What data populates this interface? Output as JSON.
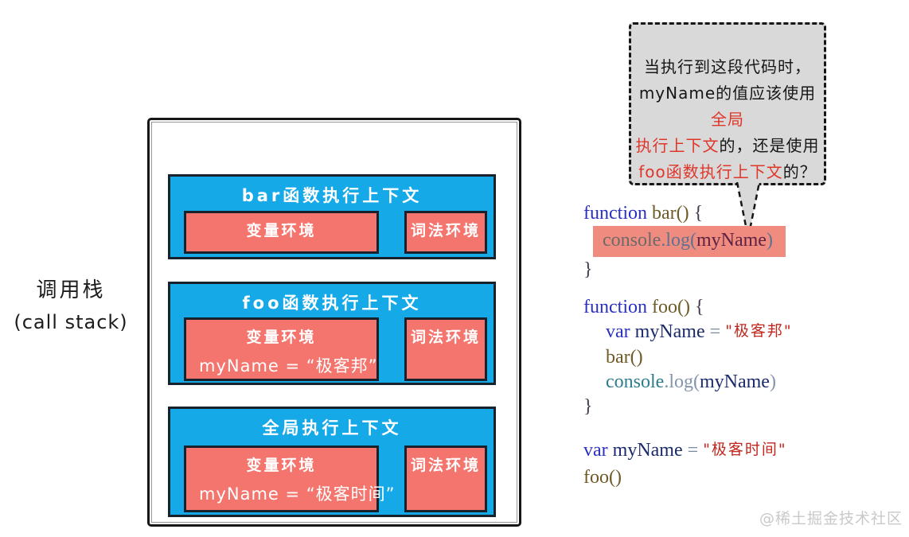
{
  "stack_label": {
    "zh": "调用栈",
    "en": "(call stack)"
  },
  "frames": [
    {
      "title": "bar函数执行上下文",
      "var_title": "变量环境",
      "binding": "",
      "lex_title": "词法环境"
    },
    {
      "title": "foo函数执行上下文",
      "var_title": "变量环境",
      "binding": "myName = “极客邦”",
      "lex_title": "词法环境"
    },
    {
      "title": "全局执行上下文",
      "var_title": "变量环境",
      "binding": "myName = “极客时间”",
      "lex_title": "词法环境"
    }
  ],
  "bubble": {
    "lines": [
      [
        {
          "text": "当执行到这段代码时，",
          "color": "black"
        }
      ],
      [
        {
          "text": "myName的值应该使用",
          "color": "black"
        },
        {
          "text": "全局",
          "color": "red"
        }
      ],
      [
        {
          "text": "执行上下文",
          "color": "red"
        },
        {
          "text": "的，还是使用",
          "color": "black"
        }
      ],
      [
        {
          "text": "foo函数执行上下文",
          "color": "red"
        },
        {
          "text": "的？",
          "color": "black"
        }
      ]
    ]
  },
  "code": {
    "b1": {
      "l1": [
        "function ",
        "bar() ",
        "{"
      ],
      "l2": [
        "console",
        ".log(",
        "myName",
        ")"
      ],
      "l3": [
        "}"
      ]
    },
    "b2": {
      "l1": [
        "function ",
        "foo() ",
        "{"
      ],
      "l2": [
        "var ",
        "myName",
        " = ",
        "\"极客邦\""
      ],
      "l3": [
        "bar()"
      ],
      "l4": [
        "console",
        ".log(",
        "myName",
        ")"
      ],
      "l5": [
        "}"
      ]
    },
    "b3": {
      "l1": [
        "var ",
        "myName",
        " = ",
        "\"极客时间\""
      ],
      "l2": [
        "foo()"
      ]
    }
  },
  "watermark": "@稀土掘金技术社区",
  "colors": {
    "frame_blue": "#16a9e8",
    "env_red": "#f4756d",
    "highlight_pink": "#ef8b7f",
    "bubble_gray": "#d9d9d9",
    "bubble_red_text": "#e0362a",
    "keyword_blue": "#2a2fc2",
    "string_red": "#c1271d",
    "border_black": "#161616"
  }
}
